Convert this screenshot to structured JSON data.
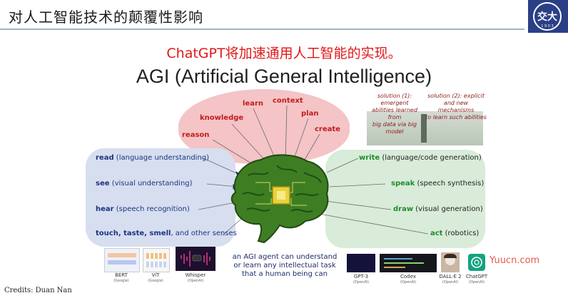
{
  "header": {
    "title": "对人工智能技术的颠覆性影响",
    "logo_text": "交大",
    "logo_year": "1 9 0 3"
  },
  "subtitle": "ChatGPT将加速通用人工智能的实现。",
  "agi_title": "AGI (Artificial General Intelligence)",
  "reasoning_labels": [
    "reason",
    "knowledge",
    "learn",
    "context",
    "plan",
    "create"
  ],
  "solutions": {
    "one": [
      "solution (1): emergent",
      "abilities learned from",
      "big data via big model"
    ],
    "two": [
      "solution (2): explicit",
      "and new mechanisms",
      "to learn such abilities"
    ]
  },
  "inputs": [
    {
      "key": "read",
      "rest": " (language understanding)"
    },
    {
      "key": "see",
      "rest": " (visual understanding)"
    },
    {
      "key": "hear",
      "rest": " (speech recognition)"
    },
    {
      "key": "touch, taste, smell",
      "rest": ", and other senses"
    }
  ],
  "outputs": [
    {
      "key": "write",
      "rest": " (language/code generation)"
    },
    {
      "key": "speak",
      "rest": " (speech synthesis)"
    },
    {
      "key": "draw",
      "rest": " (visual generation)"
    },
    {
      "key": "act",
      "rest": " (robotics)"
    }
  ],
  "agent_text": [
    "an AGI agent can understand",
    "or learn any intellectual task",
    "that a human being can"
  ],
  "models_left": [
    {
      "name": "BERT",
      "org": "(Google)"
    },
    {
      "name": "ViT",
      "org": "(Google)"
    },
    {
      "name": "Whisper",
      "org": "(OpenAI)"
    }
  ],
  "models_right": [
    {
      "name": "GPT-3",
      "org": "(OpenAI)"
    },
    {
      "name": "Codex",
      "org": "(OpenAI)"
    },
    {
      "name": "DALL·E 2",
      "org": "(OpenAI)"
    },
    {
      "name": "ChatGPT",
      "org": "(OpenAI)"
    }
  ],
  "credits": "Credits: Duan Nan",
  "watermark": "Yuucn.com",
  "colors": {
    "accent_red": "#e01818",
    "input_blue": "#1a3580",
    "output_green": "#1f8c2a",
    "brain_green": "#2f6b1e"
  }
}
